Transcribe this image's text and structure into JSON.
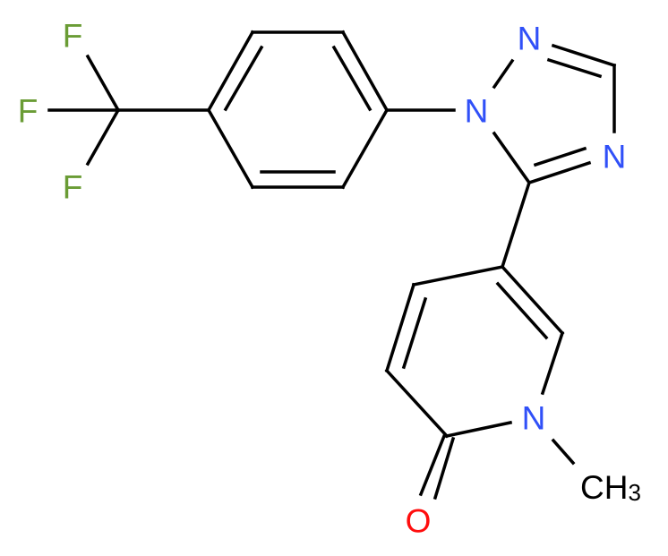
{
  "molecule": {
    "atoms": {
      "f_top": "F",
      "f_mid": "F",
      "f_bot": "F",
      "n_triazole_1": "N",
      "n_triazole_2": "N",
      "n_triazole_4": "N",
      "n_pyridone": "N",
      "o_carbonyl": "O",
      "methyl": "CH",
      "methyl_subscript": "3"
    },
    "colors": {
      "fluorine": "#6A9C35",
      "nitrogen": "#3050F8",
      "oxygen": "#FF0D0D",
      "bond": "#000000"
    }
  }
}
